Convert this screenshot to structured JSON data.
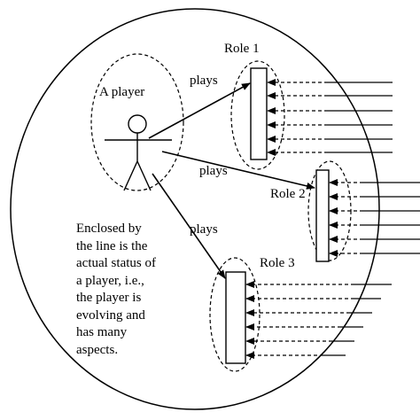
{
  "player_label": "A player",
  "roles": [
    {
      "label": "Role 1",
      "incoming_arrows": 6
    },
    {
      "label": "Role 2",
      "incoming_arrows": 6
    },
    {
      "label": "Role 3",
      "incoming_arrows": 6
    }
  ],
  "plays_labels": [
    "plays",
    "plays",
    "plays"
  ],
  "note_lines": [
    "Enclosed by",
    "the line is the",
    "actual status of",
    "a player, i.e.,",
    "the player is",
    "evolving and",
    "has many",
    "aspects."
  ]
}
